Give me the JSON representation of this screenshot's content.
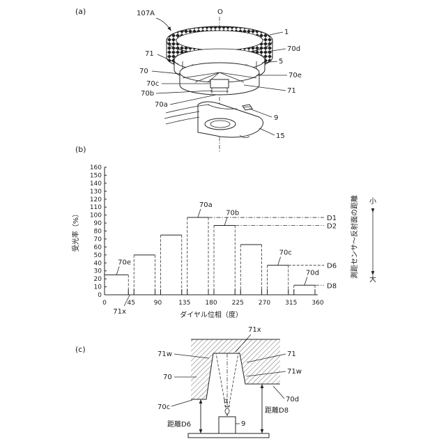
{
  "panels": {
    "a": "(a)",
    "b": "(b)",
    "c": "(c)"
  },
  "figure_a": {
    "labels": {
      "assembly": "107A",
      "axis": "O",
      "ring": "1",
      "member_70d": "70d",
      "part_5": "5",
      "member_70e": "70e",
      "part_71_right": "71",
      "part_71_left": "71",
      "part_70": "70",
      "member_70c": "70c",
      "member_70b": "70b",
      "member_70a": "70a",
      "sensor_9": "9",
      "base_15": "15"
    }
  },
  "chart_data": {
    "type": "bar",
    "xlabel": "ダイヤル位相（度）",
    "ylabel": "受光率（%）",
    "xlim": [
      0,
      360
    ],
    "ylim": [
      0,
      160
    ],
    "xticks": [
      0,
      45,
      90,
      135,
      180,
      225,
      270,
      315,
      360
    ],
    "yticks": [
      0,
      10,
      20,
      30,
      40,
      50,
      60,
      70,
      80,
      90,
      100,
      110,
      120,
      130,
      140,
      150,
      160
    ],
    "bars": [
      {
        "label": "70e",
        "x0": 0,
        "x1": 45,
        "value": 25
      },
      {
        "label": "",
        "x0": 45,
        "x1": 90,
        "value": 50
      },
      {
        "label": "",
        "x0": 90,
        "x1": 135,
        "value": 75
      },
      {
        "label": "70a",
        "x0": 135,
        "x1": 180,
        "value": 97
      },
      {
        "label": "70b",
        "x0": 180,
        "x1": 225,
        "value": 87
      },
      {
        "label": "",
        "x0": 225,
        "x1": 270,
        "value": 63
      },
      {
        "label": "70c",
        "x0": 270,
        "x1": 315,
        "value": 37
      },
      {
        "label": "70d",
        "x0": 315,
        "x1": 360,
        "value": 12
      }
    ],
    "gaps": [
      {
        "label": "71x",
        "x": 45
      }
    ],
    "levels": [
      {
        "label": "D1",
        "value": 97,
        "style": "dashdot"
      },
      {
        "label": "D2",
        "value": 87,
        "style": "dashdot"
      },
      {
        "label": "D6",
        "value": 37,
        "style": "dash"
      },
      {
        "label": "D8",
        "value": 12,
        "style": "dashdot"
      }
    ],
    "side_axis": {
      "label": "測距センサ～反射面の距離",
      "small": "小",
      "large": "大"
    },
    "grid": false
  },
  "figure_c": {
    "labels": {
      "top": "71x",
      "left_w": "71w",
      "right_top": "71",
      "left_body": "70",
      "right_w": "71w",
      "left_step": "70c",
      "right_step": "70d",
      "angle": "α",
      "sensor": "9",
      "dist_left": "距離D6",
      "dist_right": "距離D8"
    }
  }
}
